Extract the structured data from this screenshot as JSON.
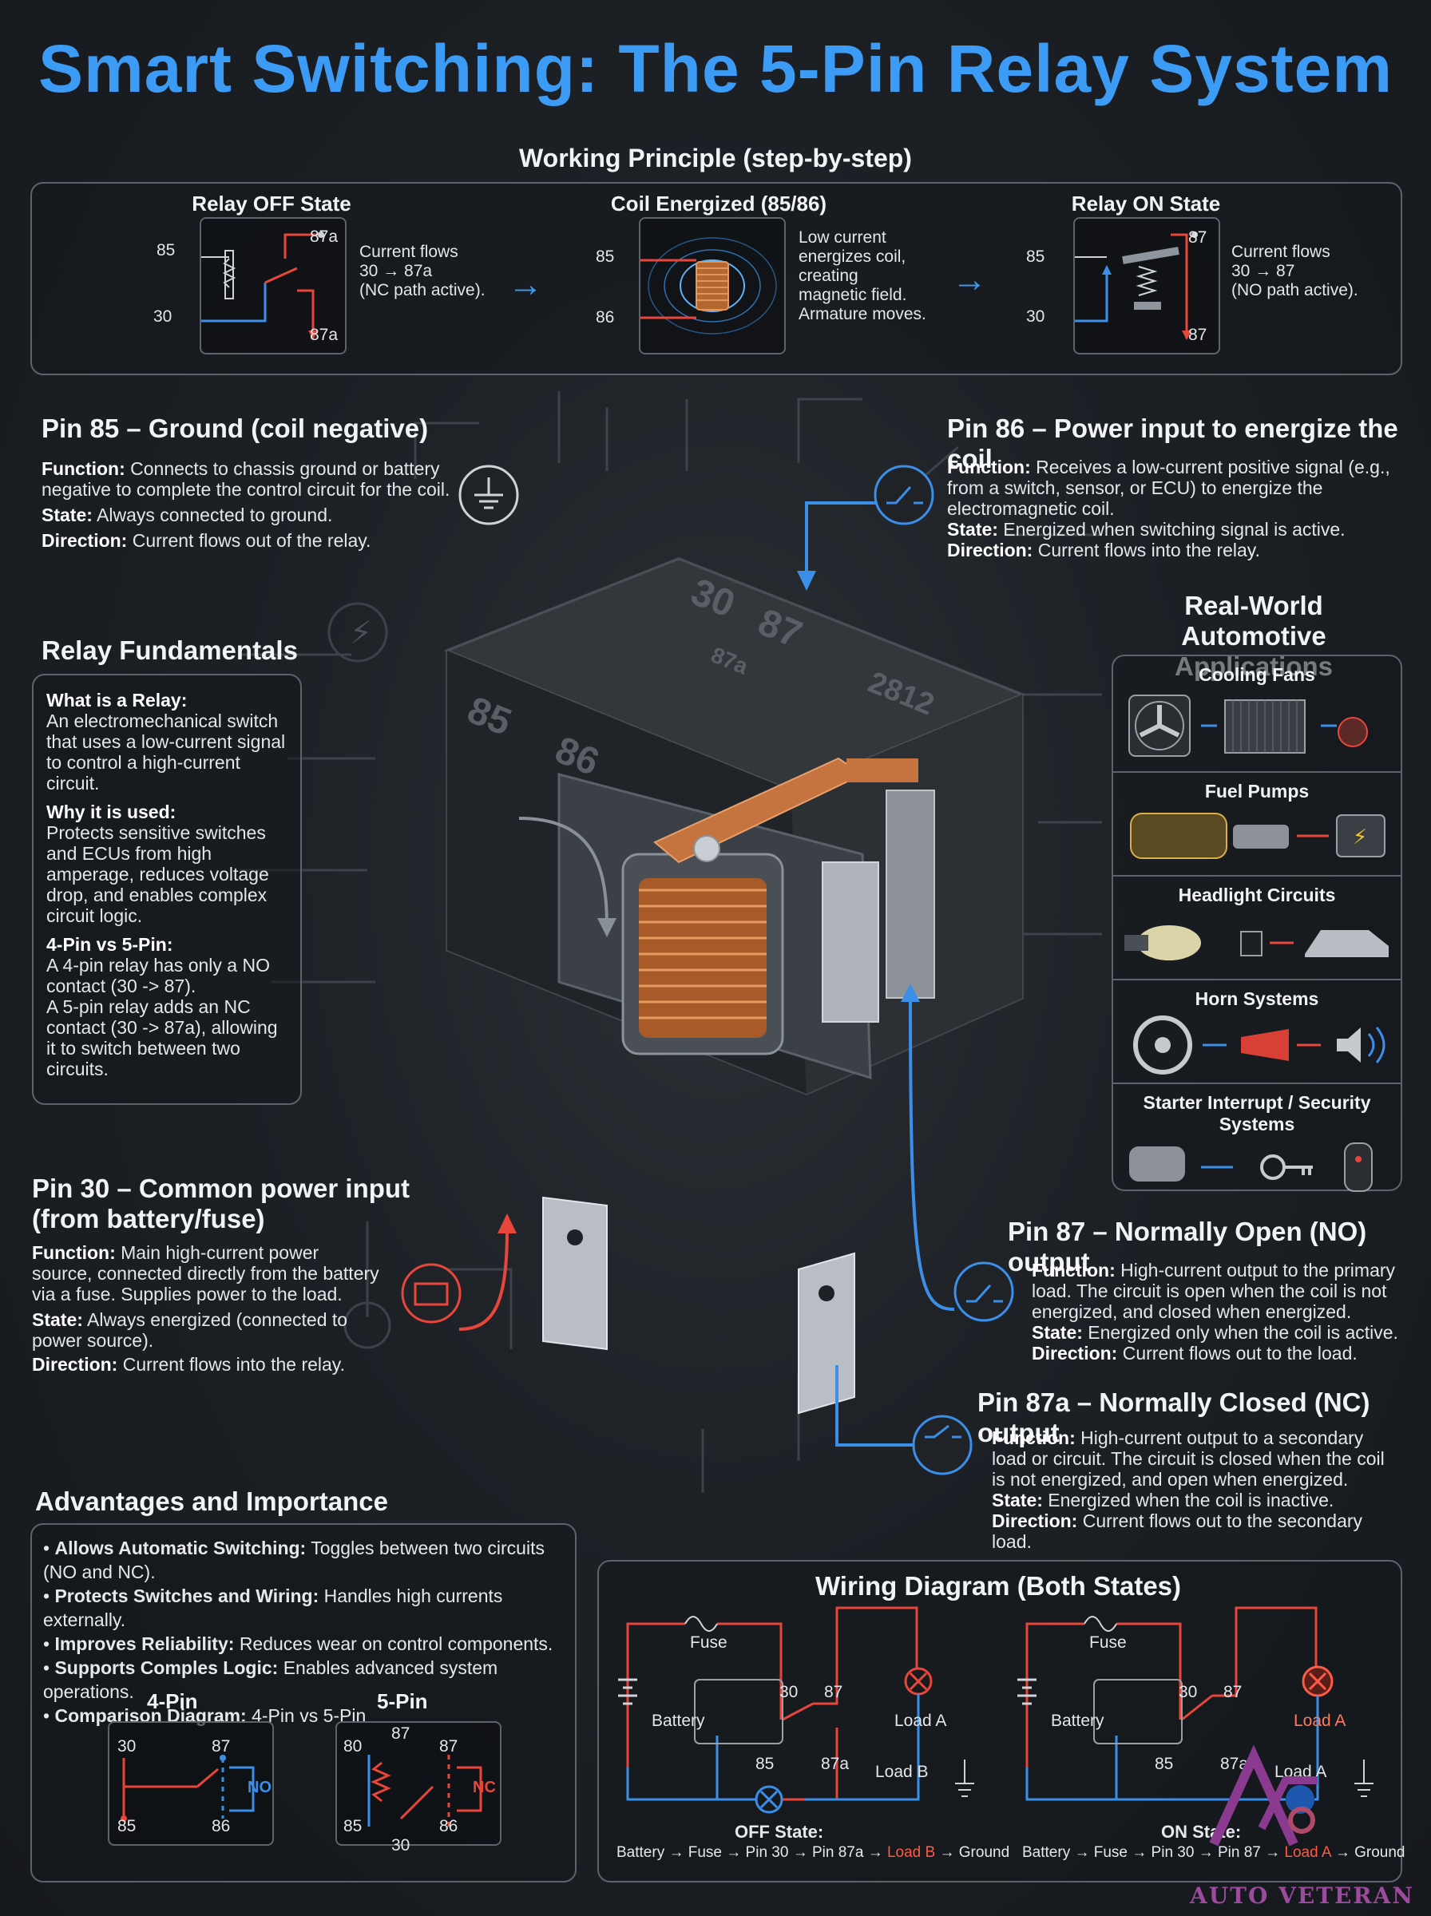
{
  "title": "Smart Switching: The 5-Pin Relay System",
  "working_principle": {
    "heading": "Working Principle (step-by-step)",
    "steps": [
      {
        "title": "Relay OFF State",
        "desc_lines": [
          "Current flows",
          "30 → 87a",
          "(NC path active)."
        ],
        "pins": [
          "85",
          "30",
          "87a",
          "87a"
        ]
      },
      {
        "title": "Coil Energized (85/86)",
        "desc_lines": [
          "Low current",
          "energizes coil,",
          "creating",
          "magnetic field.",
          "Armature moves."
        ],
        "pins": [
          "85",
          "86"
        ]
      },
      {
        "title": "Relay ON State",
        "desc_lines": [
          "Current flows",
          "30 → 87",
          "(NO path active)."
        ],
        "pins": [
          "85",
          "30",
          "87",
          "87"
        ]
      }
    ]
  },
  "pin85": {
    "heading": "Pin 85 – Ground (coil negative)",
    "function_label": "Function:",
    "function": "Connects to chassis ground or battery negative to complete the control circuit for the coil.",
    "state_label": "State:",
    "state": "Always connected to ground.",
    "direction_label": "Direction:",
    "direction": "Current flows out of the relay."
  },
  "pin86": {
    "heading": "Pin 86 – Power input to energize the coil",
    "function_label": "Function:",
    "function": "Receives a low-current positive signal (e.g., from a switch, sensor, or ECU) to energize the electromagnetic coil.",
    "state_label": "State:",
    "state": "Energized when switching signal is active.",
    "direction_label": "Direction:",
    "direction": "Current flows into the relay."
  },
  "fundamentals": {
    "heading": "Relay Fundamentals",
    "q1": "What is a Relay:",
    "a1": "An electromechanical switch that uses a low-current signal to control a high-current circuit.",
    "q2": "Why it is used:",
    "a2": "Protects sensitive switches and ECUs from high amperage, reduces voltage drop, and enables complex circuit logic.",
    "q3": "4-Pin vs 5-Pin:",
    "a3a": "A 4-pin relay has only a NO contact (30 -> 87).",
    "a3b": "A 5-pin relay adds an NC contact (30 -> 87a), allowing it to switch between two circuits."
  },
  "applications": {
    "heading_line1": "Real-World",
    "heading_line2": "Automotive Applications",
    "items": [
      {
        "label": "Cooling Fans",
        "icon": "fan-icon"
      },
      {
        "label": "Fuel Pumps",
        "icon": "fuel-pump-icon"
      },
      {
        "label": "Headlight Circuits",
        "icon": "headlight-icon"
      },
      {
        "label": "Horn Systems",
        "icon": "horn-icon"
      },
      {
        "label": "Starter Interrupt / Security Systems",
        "icon": "starter-icon"
      }
    ]
  },
  "relay_face": {
    "pins": [
      "30",
      "87",
      "85",
      "86",
      "87a",
      "2812"
    ]
  },
  "pin30": {
    "heading_line1": "Pin 30 – Common power input",
    "heading_line2": "(from battery/fuse)",
    "function_label": "Function:",
    "function": "Main high-current power source, connected directly from the battery via a fuse. Supplies power to the load.",
    "state_label": "State:",
    "state": "Always energized (connected to power source).",
    "direction_label": "Direction:",
    "direction": "Current flows into the relay."
  },
  "pin87": {
    "heading": "Pin 87 – Normally Open (NO) output",
    "function_label": "Function:",
    "function": "High-current output to the primary load. The circuit is open when the coil is not energized, and closed when energized.",
    "state_label": "State:",
    "state": "Energized only when the coil is active.",
    "direction_label": "Direction:",
    "direction": "Current flows out to the load."
  },
  "pin87a": {
    "heading": "Pin 87a – Normally Closed (NC) output",
    "function_label": "Function:",
    "function": "High-current output to a secondary load or circuit. The circuit is closed when the coil is not energized, and open when energized.",
    "state_label": "State:",
    "state": "Energized when the coil is inactive.",
    "direction_label": "Direction:",
    "direction": "Current flows out to the secondary load."
  },
  "advantages": {
    "heading": "Advantages and Importance",
    "items": [
      {
        "bold": "Allows Automatic Switching:",
        "text": "Toggles between two circuits (NO and NC)."
      },
      {
        "bold": "Protects Switches and Wiring:",
        "text": "Handles high currents externally."
      },
      {
        "bold": "Improves Reliability:",
        "text": "Reduces wear on control components."
      },
      {
        "bold": "Supports Comples Logic:",
        "text": "Enables advanced system operations."
      },
      {
        "bold": "Comparison Diagram:",
        "text": "4-Pin vs 5-Pin"
      }
    ],
    "four_pin": {
      "title": "4-Pin",
      "pins": [
        "30",
        "87",
        "85",
        "86"
      ],
      "tag": "NO"
    },
    "five_pin": {
      "title": "5-Pin",
      "pins": [
        "80",
        "87",
        "87",
        "85",
        "30",
        "86"
      ],
      "tag": "NC"
    }
  },
  "wiring": {
    "heading": "Wiring Diagram (Both States)",
    "fuse": "Fuse",
    "battery": "Battery",
    "off": {
      "state": "OFF State:",
      "path_prefix": "Battery → Fuse → Pin 30 → Pin 87a →",
      "path_highlight": "Load B",
      "path_suffix": "→ Ground",
      "load_a": "Load A",
      "load_b": "Load B"
    },
    "on": {
      "state": "ON State:",
      "path_prefix": "Battery → Fuse → Pin 30 → Pin 87 →",
      "path_highlight": "Load A",
      "path_suffix": "→ Ground",
      "load_a": "Load A",
      "load_b": "Load A"
    },
    "pins": [
      "30",
      "87",
      "85",
      "87a"
    ]
  },
  "brand": "AUTO VETERAN",
  "colors": {
    "accent_blue": "#3b9bf5",
    "wire_red": "#e8463a",
    "wire_blue": "#3b8fe8",
    "panel_border": "#5d636b"
  }
}
